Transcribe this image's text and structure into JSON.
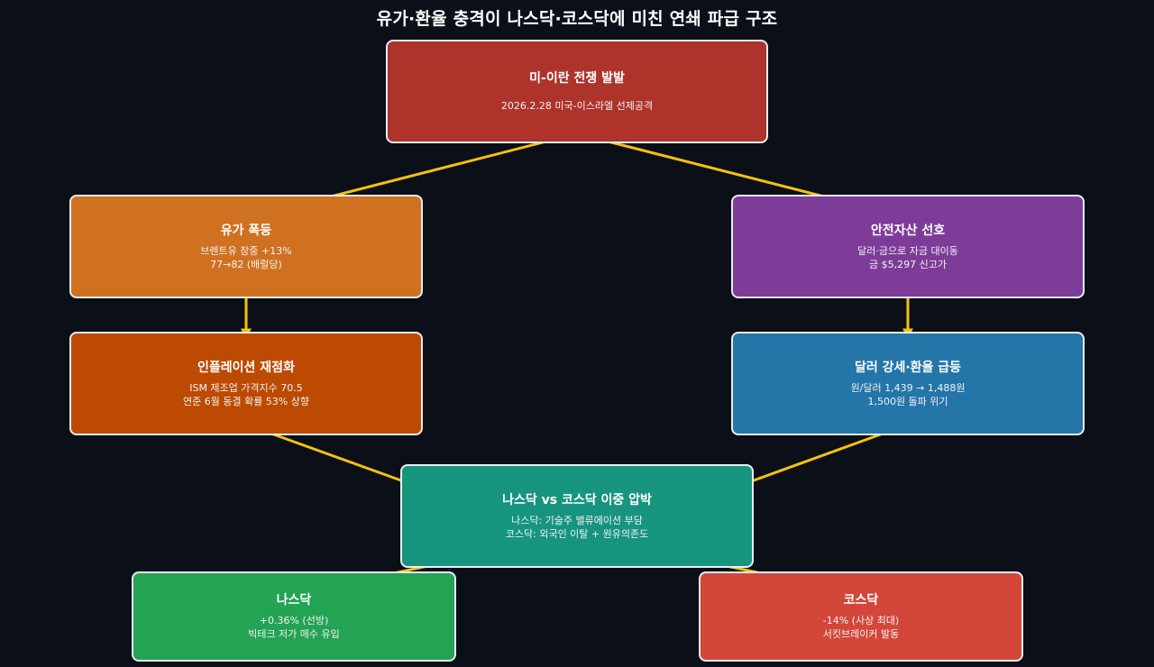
{
  "title": "유가·환율 충격이 나스닥·코스닥에 미친 연쇄 파급 구조",
  "colors": {
    "background": "#0b0f17",
    "arrow": "#f4c20d",
    "war": "#ad332b",
    "oil": "#cf7121",
    "safe": "#7d3c98",
    "inflation": "#bd4a02",
    "dollar": "#2475a8",
    "double": "#16947e",
    "nasdaq": "#23a354",
    "kosdaq": "#d3463a"
  },
  "nodes": {
    "war": {
      "title": "미-이란 전쟁 발발",
      "lines": [
        "2026.2.28 미국-이스라엘 선제공격"
      ]
    },
    "oil": {
      "title": "유가 폭등",
      "lines": [
        "브렌트유 장중 +13%",
        "77→82 (배럴당)"
      ]
    },
    "safe": {
      "title": "안전자산 선호",
      "lines": [
        "달러·금으로 자금 대이동",
        "금 $5,297 신고가"
      ]
    },
    "inflation": {
      "title": "인플레이션 재점화",
      "lines": [
        "ISM 제조업 가격지수 70.5",
        "연준 6월 동결 확률 53% 상향"
      ]
    },
    "dollar": {
      "title": "달러 강세·환율 급등",
      "lines": [
        "원/달러 1,439 → 1,488원",
        "1,500원 돌파 위기"
      ]
    },
    "double": {
      "title": "나스닥 vs 코스닥 이중 압박",
      "lines": [
        "나스닥: 기술주 밸류에이션 부담",
        "코스닥: 외국인 이탈 + 원유의존도"
      ]
    },
    "nasdaq": {
      "title": "나스닥",
      "lines": [
        "+0.36% (선방)",
        "빅테크 저가 매수 유입"
      ]
    },
    "kosdaq": {
      "title": "코스닥",
      "lines": [
        "-14% (사상 최대)",
        "서킷브레이커 발동"
      ]
    }
  },
  "edges": [
    {
      "from": "war",
      "to": "oil"
    },
    {
      "from": "war",
      "to": "safe"
    },
    {
      "from": "oil",
      "to": "inflation"
    },
    {
      "from": "safe",
      "to": "dollar"
    },
    {
      "from": "inflation",
      "to": "double"
    },
    {
      "from": "dollar",
      "to": "double"
    },
    {
      "from": "double",
      "to": "nasdaq"
    },
    {
      "from": "double",
      "to": "kosdaq"
    }
  ]
}
